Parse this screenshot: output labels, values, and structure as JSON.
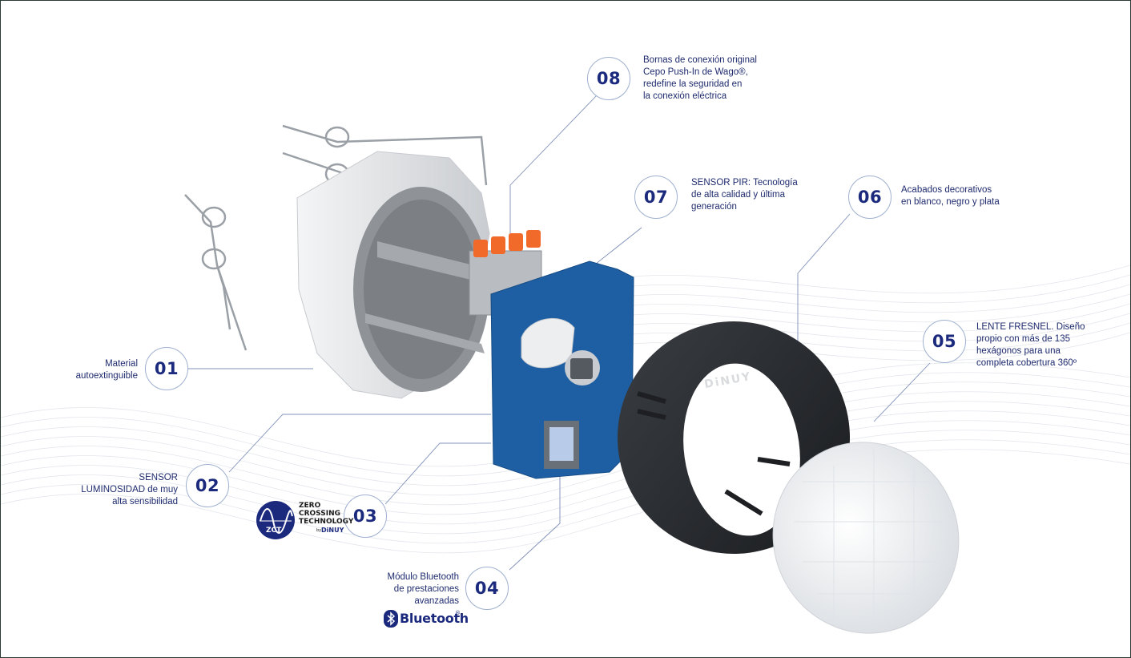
{
  "callouts": [
    {
      "id": "01",
      "text": "Material\nautoextinguible"
    },
    {
      "id": "02",
      "text": "SENSOR\nLUMINOSIDAD de muy\nalta sensibilidad"
    },
    {
      "id": "03",
      "text": ""
    },
    {
      "id": "04",
      "text": "Módulo Bluetooth\nde prestaciones\navanzadas"
    },
    {
      "id": "05",
      "text": "LENTE FRESNEL. Diseño\npropio con más de 135\nhexágonos para una\ncompleta cobertura 360º"
    },
    {
      "id": "06",
      "text": "Acabados decorativos\nen blanco, negro y plata"
    },
    {
      "id": "07",
      "text": "SENSOR PIR: Tecnología\nde alta calidad y última\ngeneración"
    },
    {
      "id": "08",
      "text": "Bornas de conexión original\nCepo Push-In de Wago®,\nredefine la seguridad en\nla conexión eléctrica"
    }
  ],
  "zct_logo": {
    "badge": "ZCT",
    "line1": "ZERO",
    "line2": "CROSSING",
    "line3": "TECHNOLOGY",
    "by": "by",
    "brand": "DiNUY"
  },
  "bluetooth_logo": {
    "text": "Bluetooth",
    "mark": "®"
  },
  "ring_brand": "DiNUY",
  "colors": {
    "navy": "#1c2a7e",
    "line": "#7f90b8",
    "pcb": "#1e5fa3",
    "ring": "#262a2e",
    "connector": "#f26a2a"
  }
}
